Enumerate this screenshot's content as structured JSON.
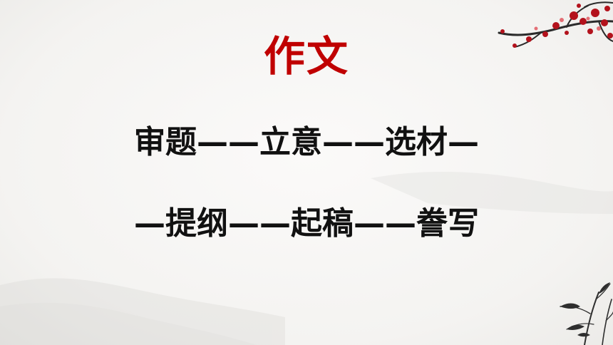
{
  "slide": {
    "title": "作文",
    "line_1": "审题——立意——选材—",
    "line_2": "—提纲——起稿——誊写"
  },
  "colors": {
    "title": "#c00000",
    "text": "#111111",
    "background": "#f6f5f3",
    "blossom": "#b3121c",
    "branch": "#2b2b2b"
  },
  "icons": {
    "top_right": "plum-blossom-branch-icon",
    "bottom_right": "ink-bamboo-icon"
  }
}
